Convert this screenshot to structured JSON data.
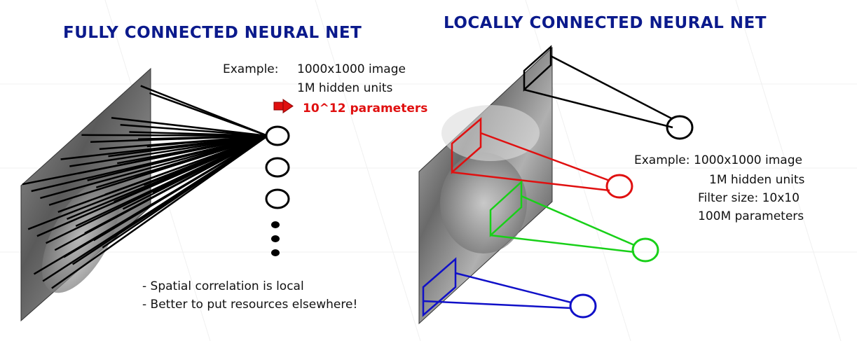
{
  "left_panel": {
    "title": "FULLY CONNECTED NEURAL NET",
    "example_label": "Example:",
    "example_lines": [
      "1000x1000 image",
      "1M hidden units"
    ],
    "highlight": "10^12 parameters",
    "notes": [
      "- Spatial correlation is local",
      "- Better to put resources elsewhere!"
    ]
  },
  "right_panel": {
    "title": "LOCALLY CONNECTED NEURAL NET",
    "example_label": "Example:",
    "example_lines": [
      "1000x1000 image",
      "1M hidden units",
      "Filter size: 10x10",
      "100M parameters"
    ]
  },
  "colors": {
    "title": "#0b1a8c",
    "highlight": "#e01010",
    "filter_black": "#000000",
    "filter_red": "#e01010",
    "filter_green": "#18d018",
    "filter_blue": "#1010c8"
  }
}
